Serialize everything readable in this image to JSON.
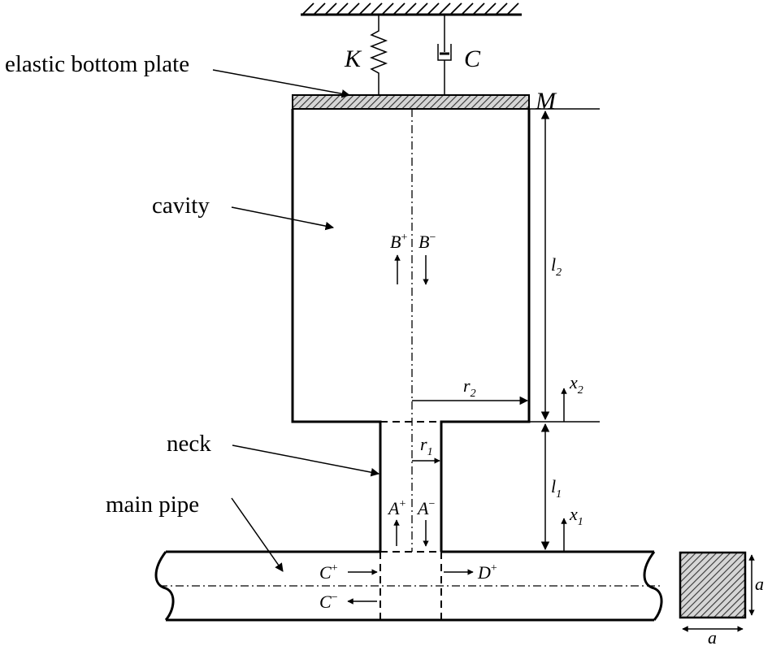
{
  "labels": {
    "elastic_plate": "elastic bottom plate",
    "cavity": "cavity",
    "neck": "neck",
    "main_pipe": "main pipe"
  },
  "symbols": {
    "spring": "K",
    "damper": "C",
    "mass": "M",
    "l2_base": "l",
    "l2_sub": "2",
    "l1_base": "l",
    "l1_sub": "1",
    "r2_base": "r",
    "r2_sub": "2",
    "r1_base": "r",
    "r1_sub": "1",
    "x2_base": "x",
    "x2_sub": "2",
    "x1_base": "x",
    "x1_sub": "1",
    "bplus_base": "B",
    "bplus_sup": "+",
    "bminus_base": "B",
    "bminus_sup": "−",
    "aplus_base": "A",
    "aplus_sup": "+",
    "aminus_base": "A",
    "aminus_sup": "−",
    "cplus_base": "C",
    "cplus_sup": "+",
    "cminus_base": "C",
    "cminus_sup": "−",
    "dplus_base": "D",
    "dplus_sup": "+",
    "side_a": "a",
    "bottom_a": "a"
  }
}
